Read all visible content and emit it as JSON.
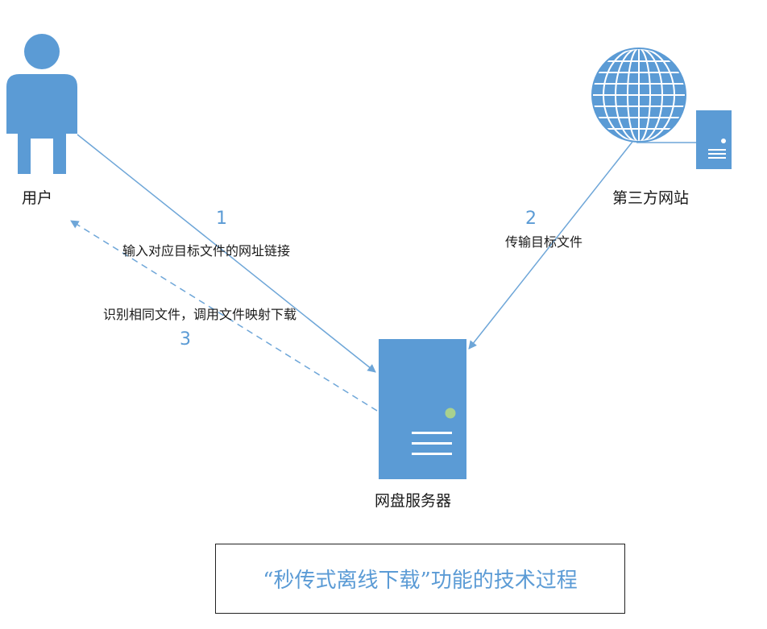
{
  "nodes": {
    "user": "用户",
    "website": "第三方网站",
    "server": "网盘服务器"
  },
  "steps": [
    {
      "number": "1",
      "label": "输入对应目标文件的网址链接"
    },
    {
      "number": "2",
      "label": "传输目标文件"
    },
    {
      "number": "3",
      "label": "识别相同文件，调用文件映射下载"
    }
  ],
  "caption": "“秒传式离线下载”功能的技术过程",
  "colors": {
    "icon_blue": "#5b9bd5",
    "line_blue": "#6ea6d8",
    "led_green": "#a9d18e"
  }
}
